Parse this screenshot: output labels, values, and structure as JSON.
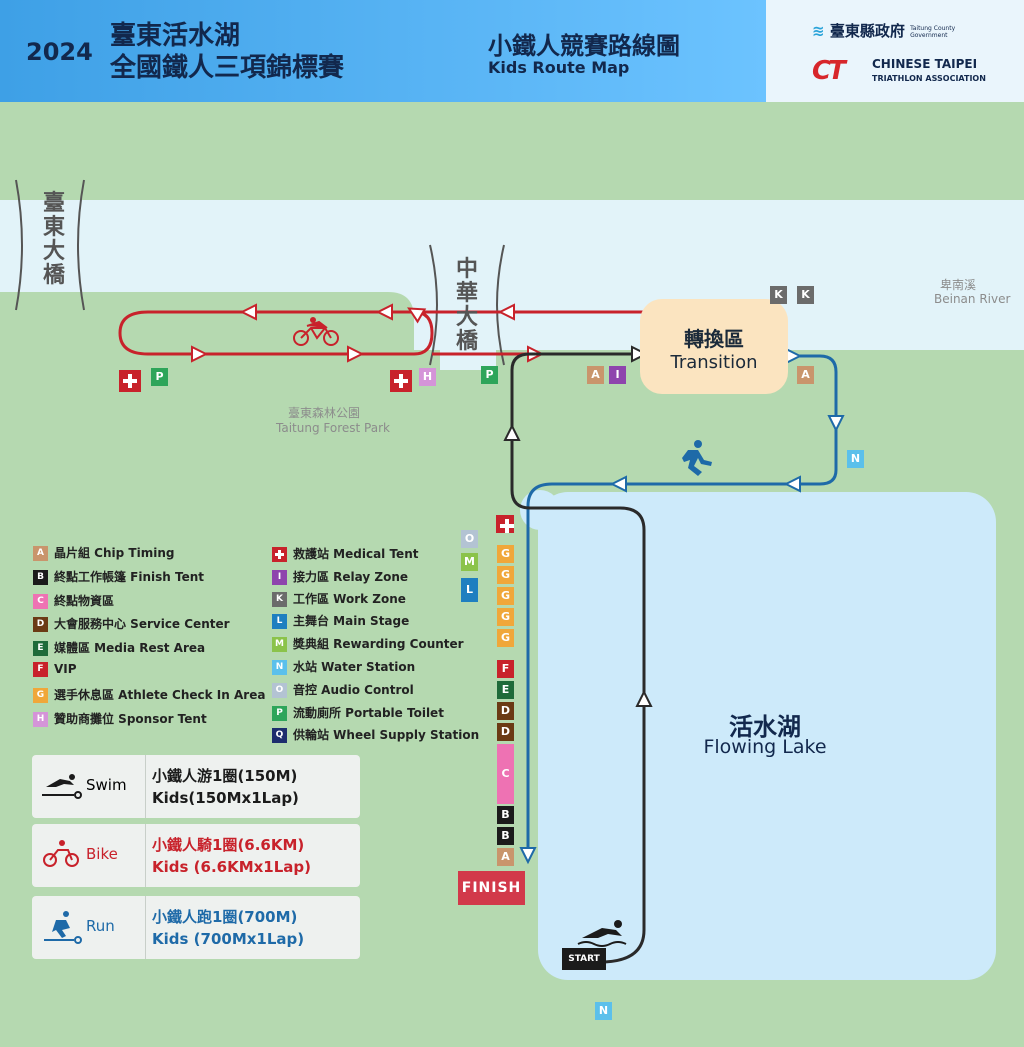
{
  "header": {
    "year": "2024",
    "event_line1": "臺東活水湖",
    "event_line2": "全國鐵人三項錦標賽",
    "map_title": "小鐵人競賽路線圖",
    "map_subtitle": "Kids Route Map",
    "gov_name": "臺東縣政府",
    "gov_en_1": "Taitung County",
    "gov_en_2": "Government",
    "assoc_mark": "CT",
    "assoc_line1": "CHINESE TAIPEI",
    "assoc_line2": "TRIATHLON ASSOCIATION"
  },
  "places": {
    "taitung_bridge": "臺東大橋",
    "zhonghua_bridge": "中華大橋",
    "river_zh": "卑南溪",
    "river_en": "Beinan River",
    "park_zh": "臺東森林公園",
    "park_en": "Taitung Forest Park",
    "transition_zh": "轉換區",
    "transition_en": "Transition",
    "lake_zh": "活水湖",
    "lake_en": "Flowing Lake",
    "finish": "FINISH",
    "start": "START"
  },
  "badges": [
    {
      "code": "K",
      "color": "#6b6b6b"
    },
    {
      "code": "K",
      "color": "#6b6b6b"
    },
    {
      "code": "A",
      "color": "#c9956c"
    },
    {
      "code": "I",
      "color": "#8e44ad"
    },
    {
      "code": "A",
      "color": "#c9956c"
    },
    {
      "code": "H",
      "color": "#d494d8"
    },
    {
      "code": "P",
      "color": "#2ea55a"
    },
    {
      "code": "P",
      "color": "#2ea55a"
    },
    {
      "code": "N",
      "color": "#5bc0eb"
    },
    {
      "code": "N",
      "color": "#5bc0eb"
    },
    {
      "code": "O",
      "color": "#b3c3d3"
    },
    {
      "code": "M",
      "color": "#8bc34a"
    },
    {
      "code": "L",
      "color": "#1e7fc0"
    },
    {
      "code": "G",
      "color": "#f0a73a"
    },
    {
      "code": "G",
      "color": "#f0a73a"
    },
    {
      "code": "G",
      "color": "#f0a73a"
    },
    {
      "code": "G",
      "color": "#f0a73a"
    },
    {
      "code": "G",
      "color": "#f0a73a"
    },
    {
      "code": "F",
      "color": "#c8222b"
    },
    {
      "code": "E",
      "color": "#1f6b3a"
    },
    {
      "code": "D",
      "color": "#6b3a14"
    },
    {
      "code": "D",
      "color": "#6b3a14"
    },
    {
      "code": "C",
      "color": "#ee72b3"
    },
    {
      "code": "B",
      "color": "#1b1b1b"
    },
    {
      "code": "B",
      "color": "#1b1b1b"
    },
    {
      "code": "A",
      "color": "#c9956c"
    }
  ],
  "legend_left": [
    {
      "code": "A",
      "color": "#c9956c",
      "label": "晶片組  Chip Timing"
    },
    {
      "code": "B",
      "color": "#1b1b1b",
      "label": "終點工作帳篷  Finish Tent"
    },
    {
      "code": "C",
      "color": "#ee72b3",
      "label": "終點物資區"
    },
    {
      "code": "D",
      "color": "#6b3a14",
      "label": "大會服務中心  Service Center"
    },
    {
      "code": "E",
      "color": "#1f6b3a",
      "label": "媒體區  Media Rest Area"
    },
    {
      "code": "F",
      "color": "#c8222b",
      "label": "VIP"
    },
    {
      "code": "G",
      "color": "#f0a73a",
      "label": "選手休息區  Athlete Check In Area"
    },
    {
      "code": "H",
      "color": "#d494d8",
      "label": "贊助商攤位  Sponsor Tent"
    }
  ],
  "legend_right": [
    {
      "code": "",
      "color": "#c8222b",
      "label": "救護站  Medical Tent"
    },
    {
      "code": "I",
      "color": "#8e44ad",
      "label": "接力區  Relay Zone"
    },
    {
      "code": "K",
      "color": "#6b6b6b",
      "label": "工作區  Work Zone"
    },
    {
      "code": "L",
      "color": "#1e7fc0",
      "label": "主舞台  Main Stage"
    },
    {
      "code": "M",
      "color": "#8bc34a",
      "label": "獎典組  Rewarding Counter"
    },
    {
      "code": "N",
      "color": "#5bc0eb",
      "label": "水站  Water Station"
    },
    {
      "code": "O",
      "color": "#b3c3d3",
      "label": "音控  Audio Control"
    },
    {
      "code": "P",
      "color": "#2ea55a",
      "label": "流動廁所  Portable Toilet"
    },
    {
      "code": "Q",
      "color": "#1d2d6e",
      "label": "供輪站  Wheel Supply Station"
    }
  ],
  "segments": [
    {
      "key": "swim",
      "label": "Swim",
      "zh": "小鐵人游1圈(150M)",
      "en": "Kids(150Mx1Lap)",
      "color": "#1b1b1b",
      "icon": "swimmer-icon"
    },
    {
      "key": "bike",
      "label": "Bike",
      "zh": "小鐵人騎1圈(6.6KM)",
      "en": "Kids (6.6KMx1Lap)",
      "color": "#c8222b",
      "icon": "cyclist-icon"
    },
    {
      "key": "run",
      "label": "Run",
      "zh": "小鐵人跑1圈(700M)",
      "en": "Kids (700Mx1Lap)",
      "color": "#1e6aa8",
      "icon": "runner-icon"
    }
  ],
  "colors": {
    "grass": "#b5d9b0",
    "river": "#e2f3f9",
    "lake": "#cdeafa",
    "bike_route": "#c8222b",
    "run_route": "#1e6aa8",
    "swim_route": "#2a2a2a",
    "transition_bg": "#fbe4c0"
  }
}
